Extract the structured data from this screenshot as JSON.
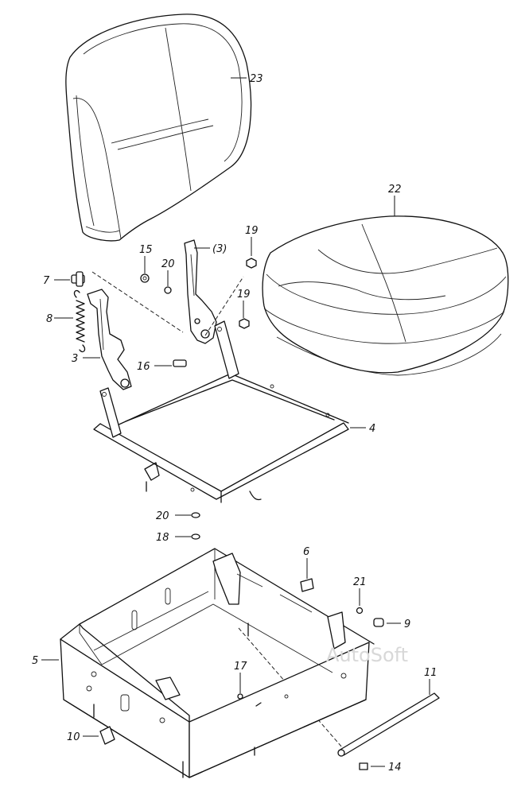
{
  "watermark": "AutoSoft",
  "callouts": {
    "p23": "23",
    "p22": "22",
    "p3ref": "(3)",
    "p19a": "19",
    "p15": "15",
    "p20a": "20",
    "p7": "7",
    "p19b": "19",
    "p8": "8",
    "p3": "3",
    "p16": "16",
    "p4": "4",
    "p20b": "20",
    "p18": "18",
    "p6": "6",
    "p21": "21",
    "p9": "9",
    "p5": "5",
    "p17": "17",
    "p11": "11",
    "p10": "10",
    "p14": "14"
  }
}
